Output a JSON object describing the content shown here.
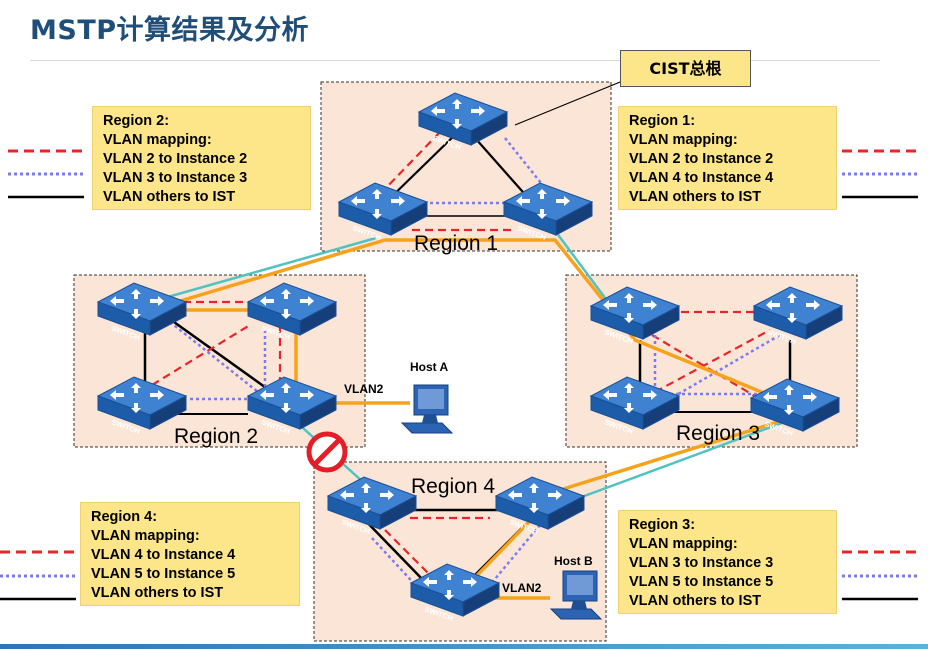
{
  "page": {
    "title": "MSTP计算结果及分析",
    "cist_callout": "CIST总根"
  },
  "regions": {
    "r1": "Region 1",
    "r2": "Region 2",
    "r3": "Region 3",
    "r4": "Region 4"
  },
  "switch_label": "SWITCH",
  "hosts": {
    "a": {
      "name": "Host A",
      "vlan": "VLAN2"
    },
    "b": {
      "name": "Host B",
      "vlan": "VLAN2"
    }
  },
  "notes": {
    "region1": [
      "Region 1:",
      "VLAN mapping:",
      "VLAN 2 to Instance 2",
      "VLAN 4 to Instance 4",
      "VLAN others to IST"
    ],
    "region2": [
      "Region 2:",
      "VLAN mapping:",
      "VLAN 2 to Instance 2",
      "VLAN 3 to Instance 3",
      "VLAN others to IST"
    ],
    "region3": [
      "Region 3:",
      "VLAN mapping:",
      "VLAN 3 to Instance 3",
      "VLAN 5 to Instance 5",
      "VLAN others to IST"
    ],
    "region4": [
      "Region 4:",
      "VLAN mapping:",
      "VLAN 4 to Instance 4",
      "VLAN 5 to Instance 5",
      "VLAN others to IST"
    ]
  },
  "colors": {
    "title": "#1f4e79",
    "note_fill": "#fde68a",
    "region_fill": "#fbe5d6",
    "red_dashed": "#e8262a",
    "blue_dotted": "#7b7bf0",
    "ist_black": "#000000",
    "cst_teal": "#4ec3c0",
    "path_orange": "#f7a21b",
    "switch_blue": "#1f5fae"
  }
}
